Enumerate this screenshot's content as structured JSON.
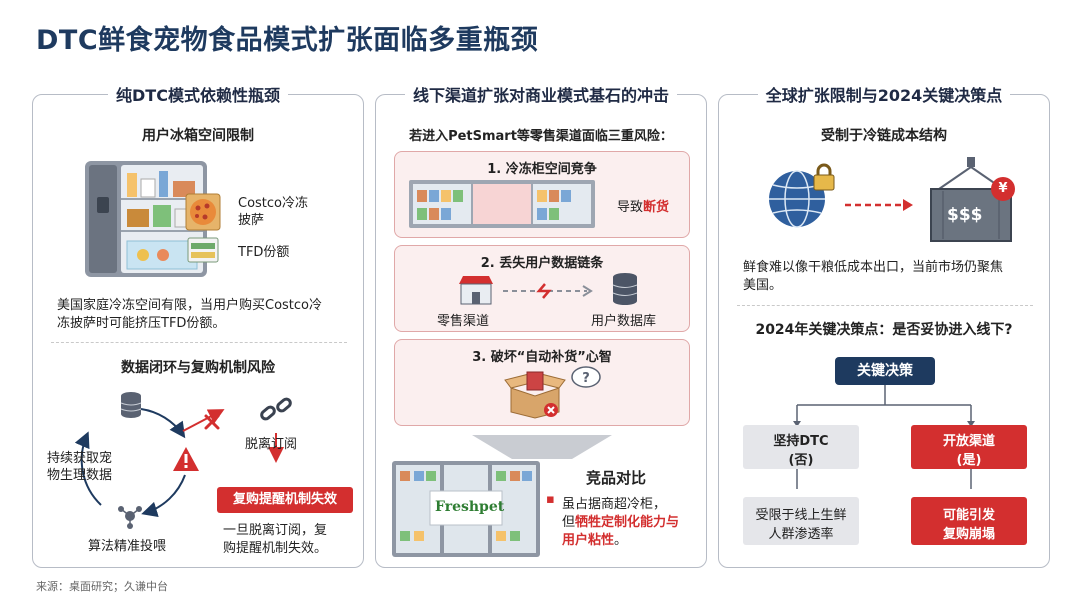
{
  "title": "DTC鲜食宠物食品模式扩张面临多重瓶颈",
  "panel1": {
    "header": "纯DTC模式依赖性瓶颈",
    "sec1_title": "用户冰箱空间限制",
    "label_costco_1": "Costco冷冻",
    "label_costco_2": "披萨",
    "label_tfd": "TFD份额",
    "desc_line1": "美国家庭冷冻空间有限，当用户购买Costco冷",
    "desc_line2": "冻披萨时可能挤压TFD份额。",
    "sec2_title": "数据闭环与复购机制风险",
    "cycle_left_1": "持续获取宠",
    "cycle_left_2": "物生理数据",
    "cycle_bottom": "算法精准投喂",
    "unsubscribe": "脱离订阅",
    "fail_label": "复购提醒机制失效",
    "fail_desc1": "一旦脱离订阅，复",
    "fail_desc2": "购提醒机制失效。"
  },
  "panel2": {
    "header": "线下渠道扩张对商业模式基石的冲击",
    "intro": "若进入PetSmart等零售渠道面临三重风险：",
    "risk1_title": "1. 冷冻柜空间竞争",
    "risk1_lead": "导致",
    "risk1_red": "断货",
    "risk2_title": "2. 丢失用户数据链条",
    "risk2_left": "零售渠道",
    "risk2_right": "用户数据库",
    "risk3_title": "3. 破坏“自动补货”心智",
    "brand": "Freshpet",
    "comp_title": "竞品对比",
    "comp_line1": "虽占据商超冷柜，",
    "comp_line2_a": "但",
    "comp_line2_red": "牺牲定制化能力与",
    "comp_line3_red": "用户粘性",
    "comp_line3_end": "。"
  },
  "panel3": {
    "header": "全球扩张限制与2024关键决策点",
    "sec1_title": "受制于冷链成本结构",
    "price_text": "$$$",
    "yen": "¥",
    "desc_line1": "鲜食难以像干粮低成本出口，当前市场仍聚焦",
    "desc_line2": "美国。",
    "sec2_title": "2024年关键决策点：是否妥协进入线下?",
    "decision": "关键决策",
    "left_opt_1": "坚持DTC",
    "left_opt_2": "(否)",
    "right_opt_1": "开放渠道",
    "right_opt_2": "(是)",
    "left_res_1": "受限于线上生鲜",
    "left_res_2": "人群渗透率",
    "right_res_1": "可能引发",
    "right_res_2": "复购崩塌"
  },
  "source": "来源：桌面研究；久谦中台",
  "colors": {
    "navy": "#1e3a5f",
    "red": "#d32f2f",
    "pink_bg": "#fbefef",
    "gray_btn": "#e5e6ea"
  }
}
